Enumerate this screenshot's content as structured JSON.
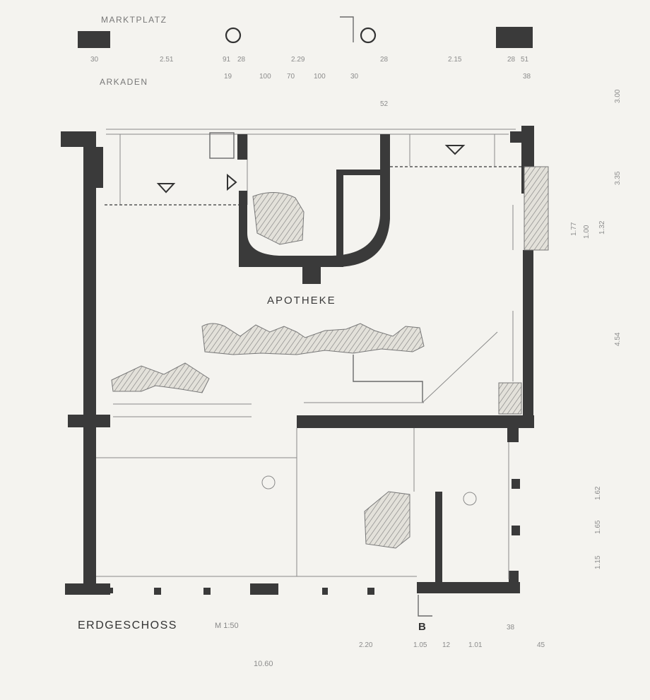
{
  "labels": {
    "marktplatz": "MARKTPLATZ",
    "arkaden": "ARKADEN",
    "apotheke": "APOTHEKE",
    "floor_title": "ERDGESCHOSS",
    "scale": "M 1:50",
    "section_marker": "B",
    "bottom_38": "38"
  },
  "dims_top": [
    "30",
    "2.51",
    "91",
    "28",
    "2.29",
    "28",
    "2.15",
    "28",
    "51"
  ],
  "dims_arkaden": [
    "19",
    "100",
    "70",
    "100",
    "30",
    "38"
  ],
  "dims_right": [
    "3.00",
    "3.35",
    "1.77",
    "1.00",
    "1.32",
    "4.54",
    "1.62",
    "1.65",
    "1.15"
  ],
  "dims_bottom": [
    "2.20",
    "1.05",
    "12",
    "1.01",
    "45"
  ],
  "dim_total_bottom": "10.60",
  "dim_note": "52",
  "colors": {
    "wall": "#3a3a3a",
    "paper": "#f4f3ef",
    "line": "#8a8a8a"
  }
}
